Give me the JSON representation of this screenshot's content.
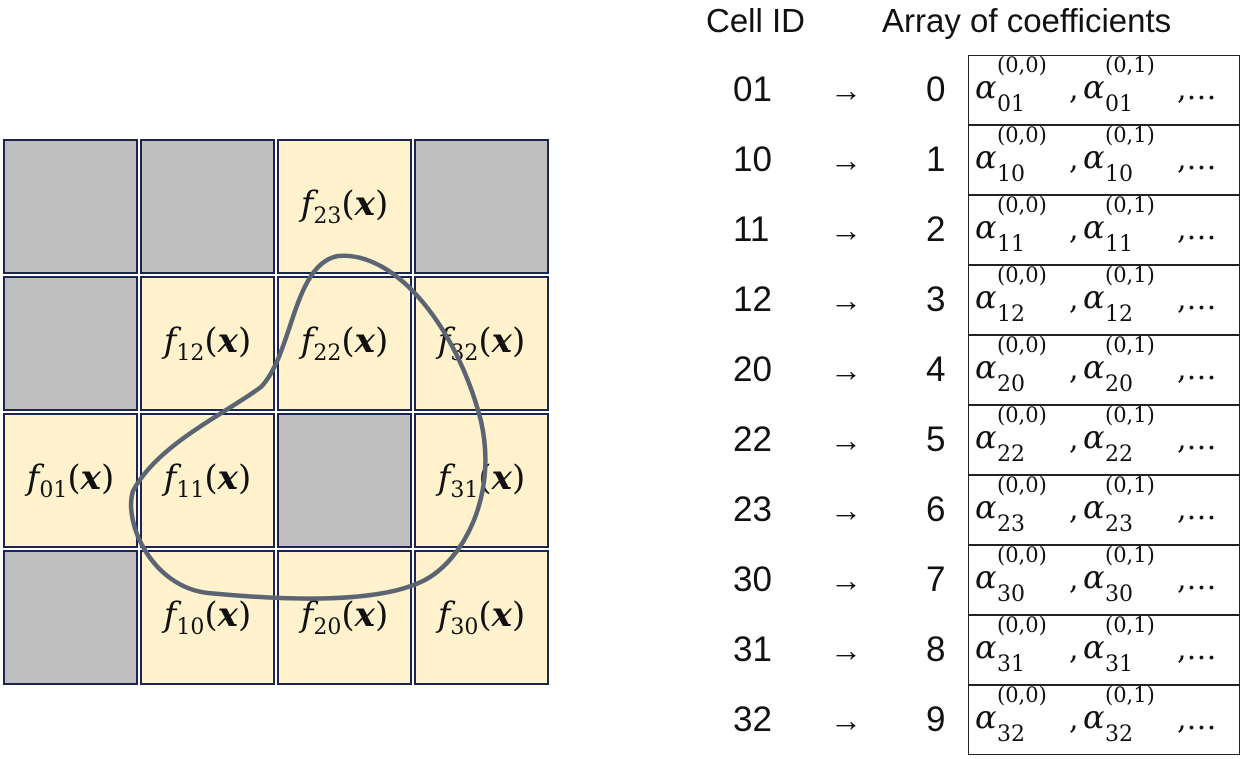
{
  "grid": {
    "rows": [
      [
        {
          "active": false,
          "label": ""
        },
        {
          "active": false,
          "label": ""
        },
        {
          "active": true,
          "label": "f",
          "sub": "23",
          "arg": "x"
        },
        {
          "active": false,
          "label": ""
        }
      ],
      [
        {
          "active": false,
          "label": ""
        },
        {
          "active": true,
          "label": "f",
          "sub": "12",
          "arg": "x"
        },
        {
          "active": true,
          "label": "f",
          "sub": "22",
          "arg": "x"
        },
        {
          "active": true,
          "label": "f",
          "sub": "32",
          "arg": "x"
        }
      ],
      [
        {
          "active": true,
          "label": "f",
          "sub": "01",
          "arg": "x"
        },
        {
          "active": true,
          "label": "f",
          "sub": "11",
          "arg": "x"
        },
        {
          "active": false,
          "label": ""
        },
        {
          "active": true,
          "label": "f",
          "sub": "31",
          "arg": "x"
        }
      ],
      [
        {
          "active": false,
          "label": ""
        },
        {
          "active": true,
          "label": "f",
          "sub": "10",
          "arg": "x"
        },
        {
          "active": true,
          "label": "f",
          "sub": "20",
          "arg": "x"
        },
        {
          "active": true,
          "label": "f",
          "sub": "30",
          "arg": "x"
        }
      ]
    ],
    "colors": {
      "active": "#fff2cc",
      "inactive": "#bfbfbf",
      "border": "#1c2450",
      "curve": "#5a6472"
    }
  },
  "table": {
    "header_cell_id": "Cell ID",
    "header_array": "Array of coefficients",
    "arrow": "→",
    "coef_symbol": "α",
    "coef_sup_1": "(0,0)",
    "coef_sup_2": "(0,1)",
    "separator": ",",
    "ellipsis": "…",
    "rows": [
      {
        "cell_id": "01",
        "index": "0"
      },
      {
        "cell_id": "10",
        "index": "1"
      },
      {
        "cell_id": "11",
        "index": "2"
      },
      {
        "cell_id": "12",
        "index": "3"
      },
      {
        "cell_id": "20",
        "index": "4"
      },
      {
        "cell_id": "22",
        "index": "5"
      },
      {
        "cell_id": "23",
        "index": "6"
      },
      {
        "cell_id": "30",
        "index": "7"
      },
      {
        "cell_id": "31",
        "index": "8"
      },
      {
        "cell_id": "32",
        "index": "9"
      }
    ]
  }
}
